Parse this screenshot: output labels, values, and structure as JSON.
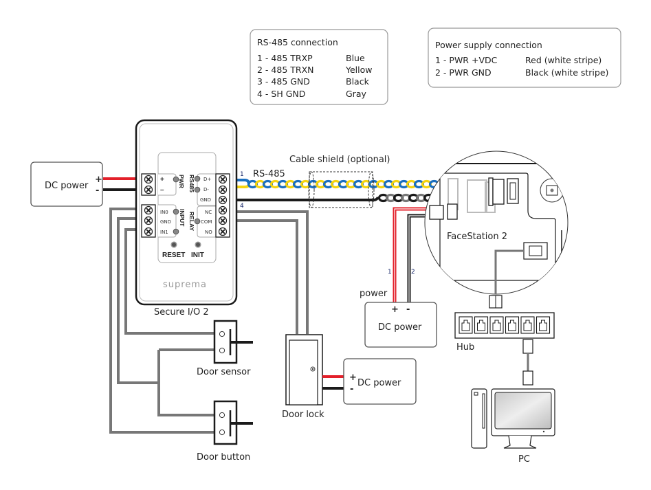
{
  "legend_rs485": {
    "title": "RS-485 connection",
    "rows": [
      {
        "pin": "1 - 485 TRXP",
        "color": "Blue"
      },
      {
        "pin": "2 - 485 TRXN",
        "color": "Yellow"
      },
      {
        "pin": "3 - 485 GND",
        "color": "Black"
      },
      {
        "pin": "4 - SH GND",
        "color": "Gray"
      }
    ]
  },
  "legend_power": {
    "title": "Power supply connection",
    "rows": [
      {
        "pin": "1 - PWR +VDC",
        "color": "Red (white stripe)"
      },
      {
        "pin": "2 - PWR GND",
        "color": "Black (white stripe)"
      }
    ]
  },
  "secure_io": {
    "label": "Secure I/O 2",
    "brand": "suprema",
    "pwr_label": "PWR",
    "pwr_plus": "+",
    "pwr_minus": "–",
    "rs485_label": "RS485",
    "rs485_pins": [
      "D+",
      "D-",
      "GND"
    ],
    "input_label": "INPUT",
    "input_pins": [
      "IN0",
      "GND",
      "IN1"
    ],
    "relay_label": "RELAY",
    "relay_pins": [
      "NC",
      "COM",
      "NO"
    ],
    "reset_label": "RESET",
    "init_label": "INIT"
  },
  "dc_power_left": {
    "label": "DC power",
    "plus": "+",
    "minus": "-"
  },
  "dc_power_mid": {
    "label": "DC power",
    "plus": "+",
    "minus": "-",
    "caption": "power"
  },
  "dc_power_lock": {
    "label": "DC power",
    "plus": "+",
    "minus": "-"
  },
  "rs485_cable": {
    "label": "RS-485",
    "wire_start": "1",
    "wire_end": "4",
    "shield_label": "Cable shield (optional)"
  },
  "power_wires": {
    "wire1": "1",
    "wire2": "2"
  },
  "facestation": {
    "label": "FaceStation 2"
  },
  "door_sensor": {
    "label": "Door sensor"
  },
  "door_button": {
    "label": "Door button"
  },
  "door_lock": {
    "label": "Door lock"
  },
  "hub": {
    "label": "Hub",
    "ports": 6
  },
  "pc": {
    "label": "PC"
  },
  "colors": {
    "blue": "#1a6fc0",
    "yellow": "#f5d40f",
    "black": "#1a1a1a",
    "gray": "#777777",
    "red": "#e3202a",
    "text_blue": "#1a2a6c"
  }
}
